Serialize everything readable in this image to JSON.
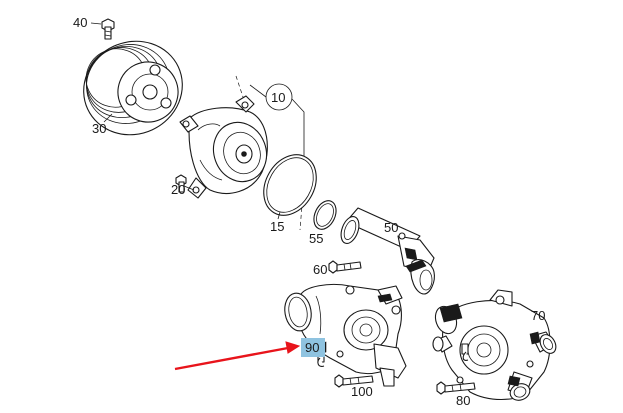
{
  "callouts": {
    "c10": "10",
    "c15": "15",
    "c20": "20",
    "c30": "30",
    "c40": "40",
    "c50": "50",
    "c55": "55",
    "c60": "60",
    "c70": "70",
    "c80": "80",
    "c90": "90",
    "c100": "100"
  },
  "highlight": {
    "part": "90",
    "highlight_color": "#8fc3e0",
    "arrow_color": "#e8141b"
  },
  "colors": {
    "line": "#1a1a1a",
    "background": "#ffffff"
  }
}
